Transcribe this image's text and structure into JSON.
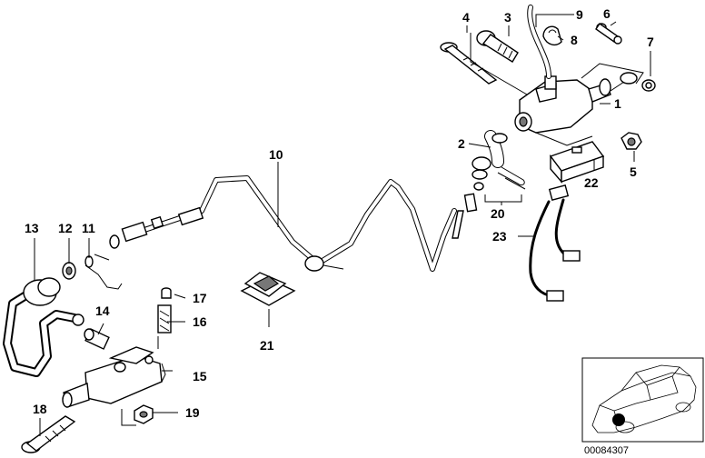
{
  "diagram": {
    "reference_number": "00084307",
    "callouts": [
      "1",
      "2",
      "3",
      "4",
      "5",
      "6",
      "7",
      "8",
      "9",
      "10",
      "11",
      "12",
      "13",
      "14",
      "15",
      "16",
      "17",
      "18",
      "19",
      "20",
      "21",
      "22",
      "23"
    ]
  },
  "icons": {
    "car_thumbnail": "car-locator-icon"
  }
}
